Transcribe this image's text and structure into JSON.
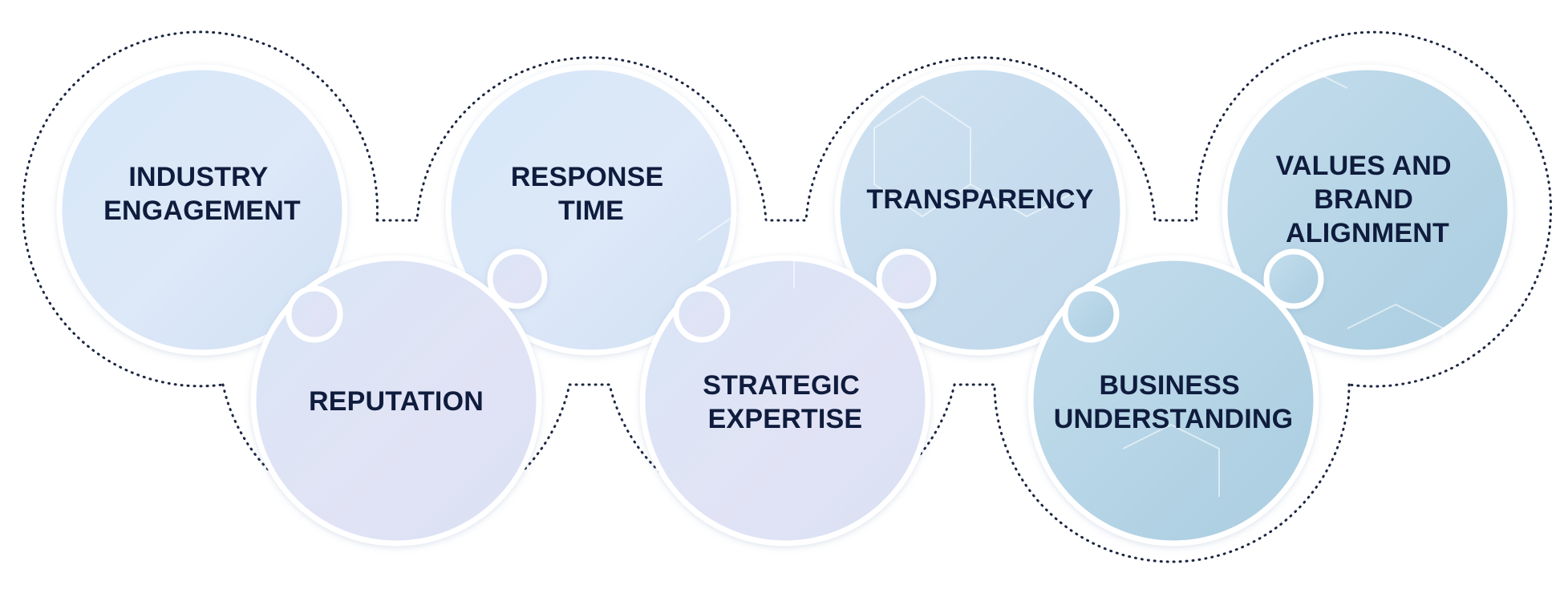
{
  "diagram": {
    "colors": {
      "text": "#0f1c3d",
      "dotted_outline": "#1b2540",
      "circle_border": "#ffffff",
      "circle_fill_light": "#dbe8f8",
      "circle_fill_mid": "#c6dcef",
      "circle_fill_teal": "#b7d6e6"
    },
    "nodes": [
      {
        "id": "industry-engagement",
        "lines": [
          "INDUSTRY",
          "ENGAGEMENT"
        ]
      },
      {
        "id": "reputation",
        "lines": [
          "REPUTATION"
        ]
      },
      {
        "id": "response-time",
        "lines": [
          "RESPONSE",
          "TIME"
        ]
      },
      {
        "id": "strategic-expertise",
        "lines": [
          "STRATEGIC",
          "EXPERTISE"
        ]
      },
      {
        "id": "transparency",
        "lines": [
          "TRANSPARENCY"
        ]
      },
      {
        "id": "business-understanding",
        "lines": [
          "BUSINESS",
          "UNDERSTANDING"
        ]
      },
      {
        "id": "values-and-brand-alignment",
        "lines": [
          "VALUES AND",
          "BRAND",
          "ALIGNMENT"
        ]
      }
    ]
  }
}
